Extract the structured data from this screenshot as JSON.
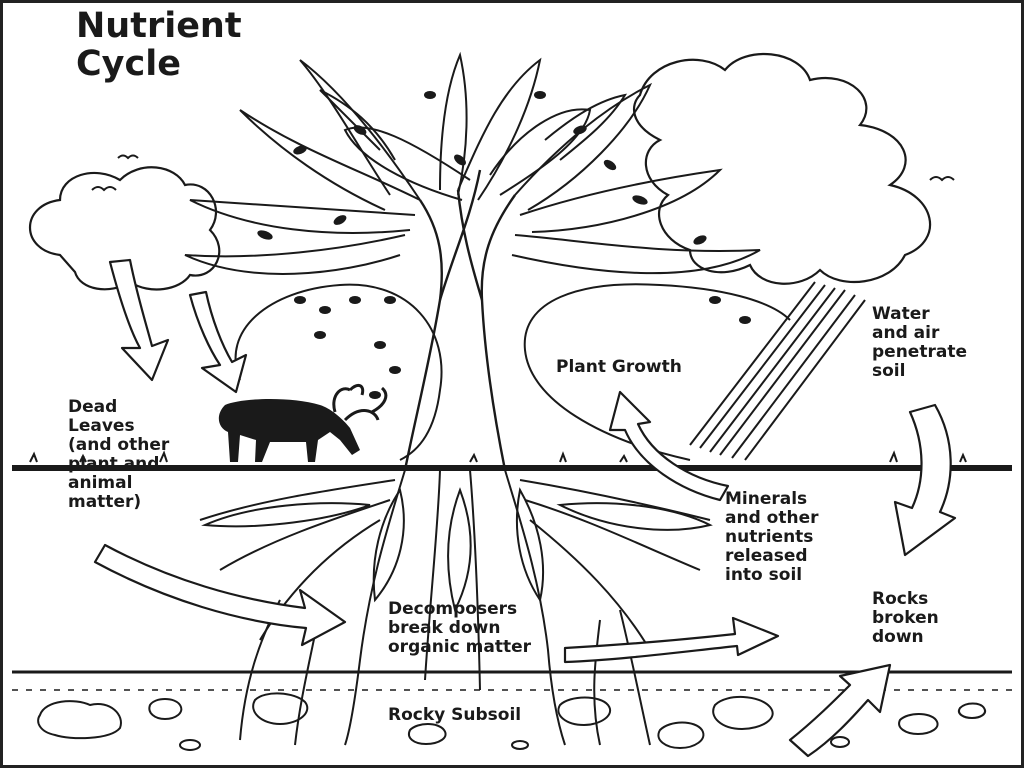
{
  "title": "Nutrient\nCycle",
  "labels": {
    "dead_leaves": "Dead\nLeaves\n(and other\nplant and\nanimal\nmatter)",
    "plant_growth": "Plant Growth",
    "water_air": "Water\nand air\npenetrate\nsoil",
    "minerals": "Minerals\nand other\nnutrients\nreleased\ninto soil",
    "decomposers": "Decomposers\nbreak down\norganic matter",
    "rocks_broken": "Rocks\nbroken\ndown",
    "rocky_subsoil": "Rocky Subsoil"
  },
  "colors": {
    "ink": "#1a1a1a",
    "background": "#ffffff"
  }
}
